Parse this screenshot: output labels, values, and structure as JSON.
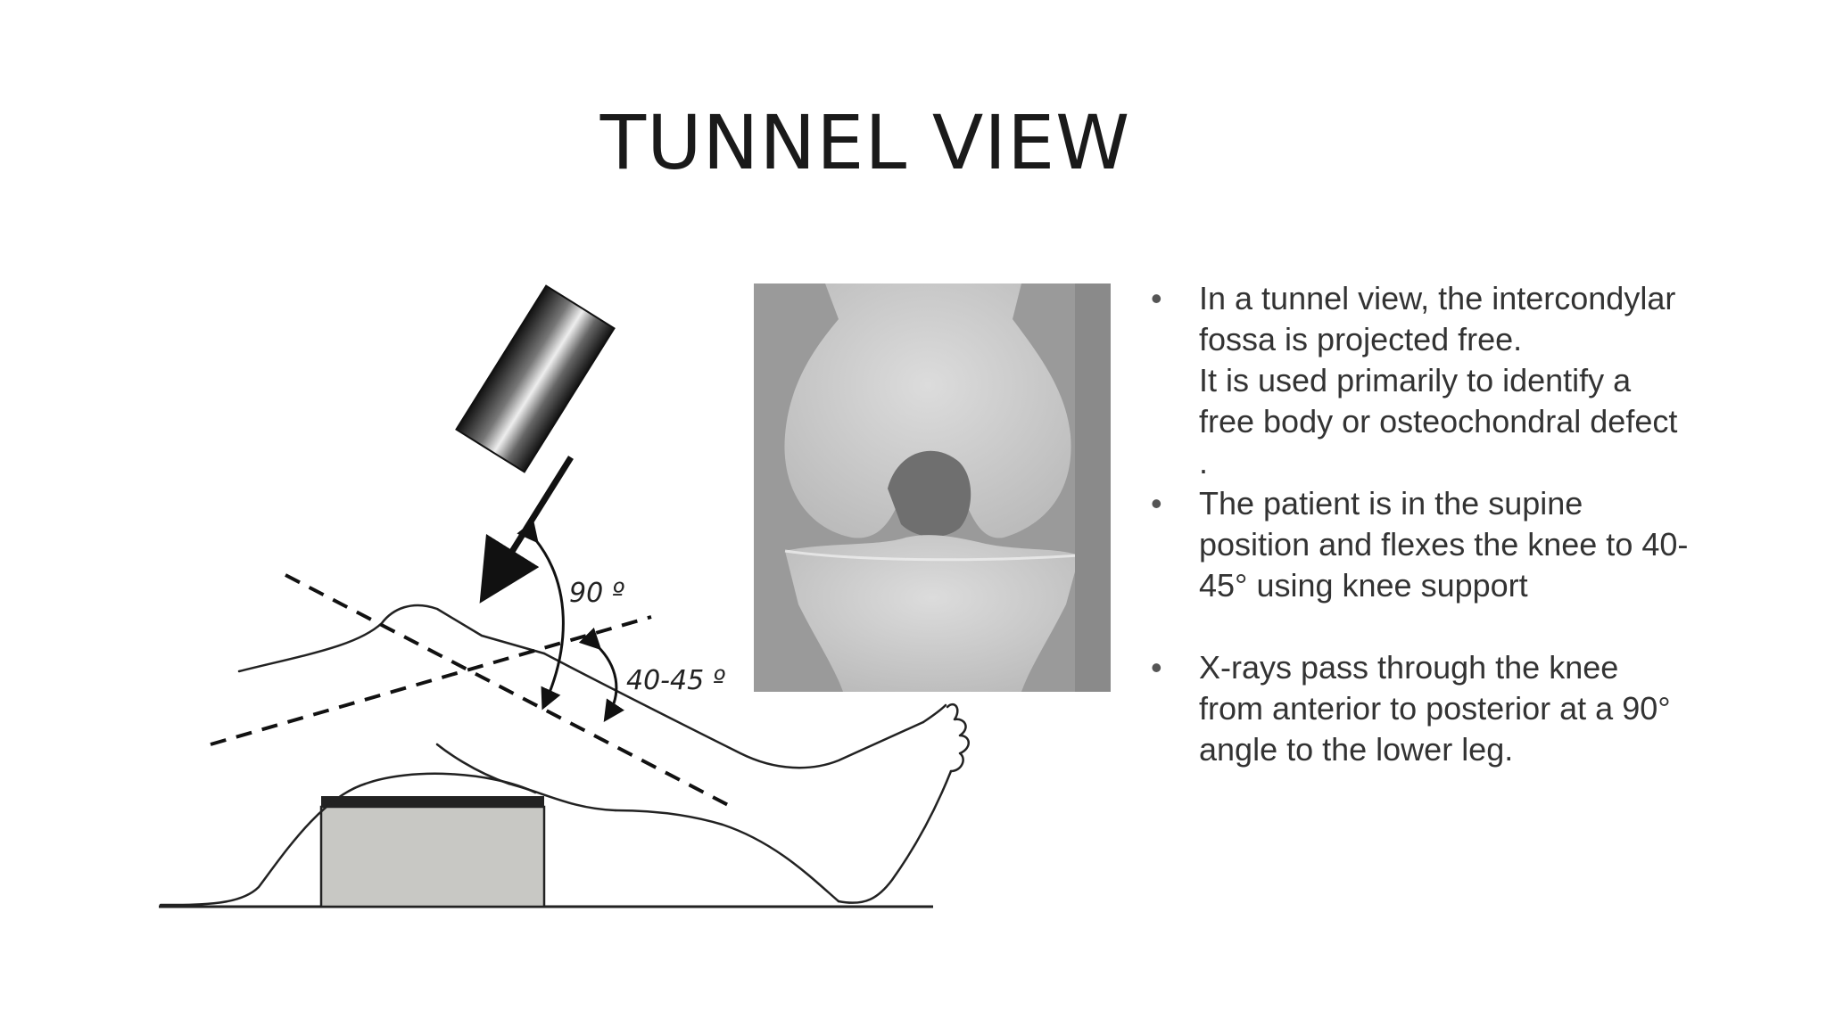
{
  "slide": {
    "title": "TUNNEL VIEW"
  },
  "figure": {
    "angle_label_1": "90 º",
    "angle_label_2": "40-45 º"
  },
  "bullets": [
    {
      "lines": [
        "In a tunnel view, the intercondylar",
        "fossa is projected free.",
        "It is used primarily to identify a",
        "free body or osteochondral defect",
        "."
      ]
    },
    {
      "lines": [
        "The patient is in the supine",
        "position and flexes the knee to 40-",
        "45° using knee support"
      ]
    },
    {
      "lines": [
        "X-rays pass through the knee",
        "from anterior to posterior at a 90°",
        "angle to the lower leg."
      ]
    }
  ],
  "colors": {
    "text": "#333333",
    "title": "#1a1a1a",
    "support_fill": "#c8c8c4",
    "xray_bone": "#e6e6e6",
    "xray_bg": "#9a9a9a"
  },
  "icons": {
    "bullet": "bullet-dot-icon",
    "xray_source": "xray-tube-icon"
  }
}
